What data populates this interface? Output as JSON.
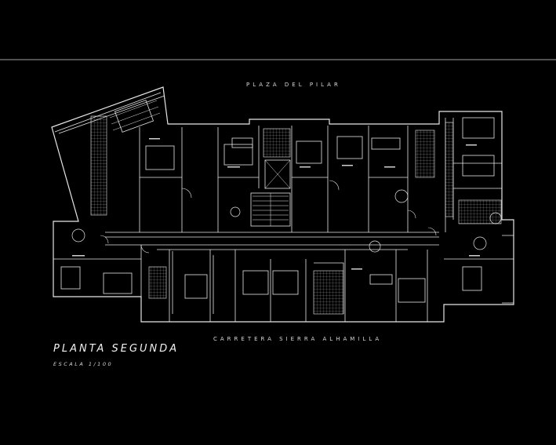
{
  "labels": {
    "street_top": "PLAZA DEL PILAR",
    "street_bottom": "CARRETERA SIERRA ALHAMILLA",
    "title": "PLANTA SEGUNDA",
    "scale": "ESCALA 1/100"
  },
  "colors": {
    "background": "#000000",
    "lines": "#e6e6e6",
    "text": "#d8d8d8"
  }
}
